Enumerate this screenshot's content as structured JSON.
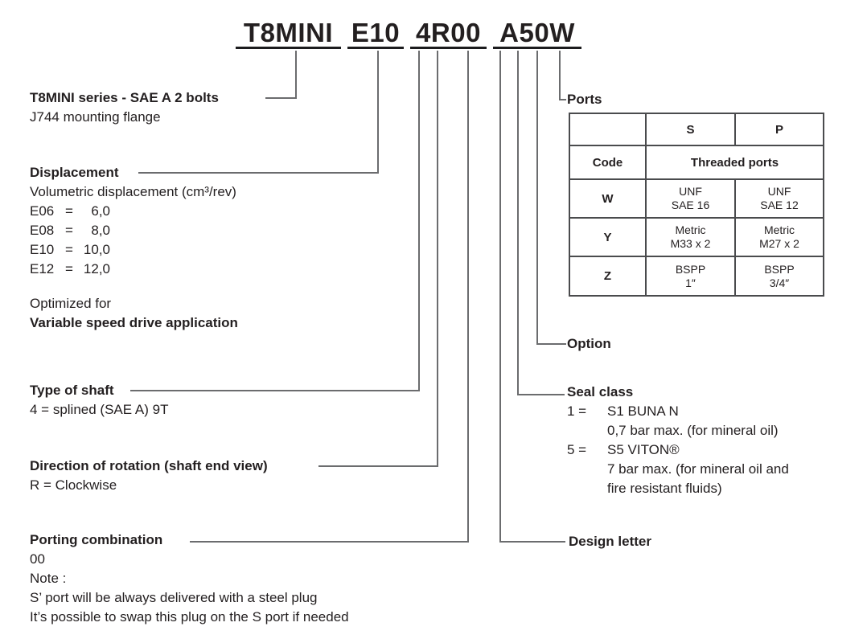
{
  "title": {
    "segments": [
      "T8MINI",
      "E10",
      "4R00",
      "A50W"
    ]
  },
  "series": {
    "heading": "T8MINI series - SAE A 2 bolts",
    "subheading": "J744 mounting flange"
  },
  "displacement": {
    "heading": "Displacement",
    "subheading": "Volumetric displacement (cm³/rev)",
    "items": [
      {
        "code": "E06",
        "sign": "=",
        "value": "6,0"
      },
      {
        "code": "E08",
        "sign": "=",
        "value": "8,0"
      },
      {
        "code": "E10",
        "sign": "=",
        "value": "10,0"
      },
      {
        "code": "E12",
        "sign": "=",
        "value": "12,0"
      }
    ],
    "note_line1": "Optimized for",
    "note_line2": "Variable speed drive application"
  },
  "shaft": {
    "heading": "Type of shaft",
    "detail": "4 = splined (SAE A) 9T"
  },
  "rotation": {
    "heading": "Direction of rotation (shaft end view)",
    "detail": "R = Clockwise"
  },
  "porting": {
    "heading": "Porting combination",
    "value": "00",
    "note_label": "Note :",
    "note1": "S’ port will be always delivered with a steel plug",
    "note2": "It’s possible to swap this plug on the S port if needed"
  },
  "ports": {
    "heading": "Ports",
    "table": {
      "col_s": "S",
      "col_p": "P",
      "code_header": "Code",
      "threaded_header": "Threaded ports",
      "rows": [
        {
          "code": "W",
          "s1": "UNF",
          "s2": "SAE 16",
          "p1": "UNF",
          "p2": "SAE 12"
        },
        {
          "code": "Y",
          "s1": "Metric",
          "s2": "M33 x 2",
          "p1": "Metric",
          "p2": "M27 x 2"
        },
        {
          "code": "Z",
          "s1": "BSPP",
          "s2": "1″",
          "p1": "BSPP",
          "p2": "3/4″"
        }
      ]
    }
  },
  "option": {
    "heading": "Option"
  },
  "seal": {
    "heading": "Seal class",
    "entries": [
      {
        "code": "1 =",
        "name": "S1 BUNA N",
        "desc1": "0,7 bar max. (for mineral oil)"
      },
      {
        "code": "5 =",
        "name": "S5 VITON®",
        "desc1": "7 bar max. (for mineral oil and",
        "desc2": "fire resistant fluids)"
      }
    ]
  },
  "design": {
    "heading": "Design letter"
  },
  "colors": {
    "text": "#231f20",
    "connector_line": "#6b6c6e",
    "underline": "#1c1c1e",
    "table_border": "#4a4b4d",
    "background": "#ffffff"
  }
}
